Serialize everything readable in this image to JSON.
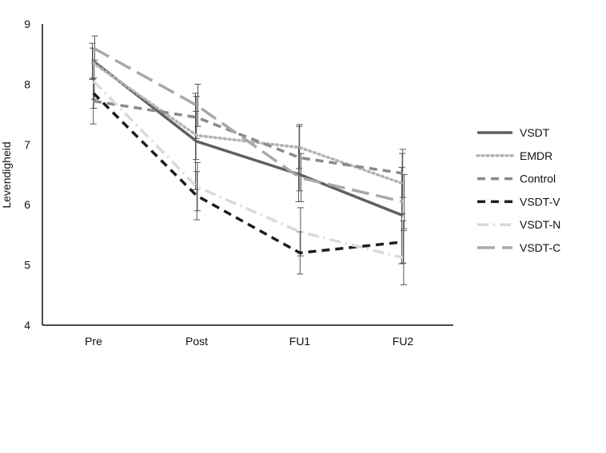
{
  "chart_data": {
    "type": "line",
    "title": "",
    "xlabel": "",
    "ylabel": "Levendigheid",
    "categories": [
      "Pre",
      "Post",
      "FU1",
      "FU2"
    ],
    "ylim": [
      4,
      9
    ],
    "yticks": [
      "4",
      "5",
      "6",
      "7",
      "8",
      "9"
    ],
    "grid": false,
    "legend_position": "right",
    "series": [
      {
        "name": "VSDT",
        "values": [
          8.38,
          7.05,
          6.5,
          5.82
        ],
        "color": "#5f5f5f",
        "style": "solid",
        "error": [
          0.3,
          0.8,
          0.45,
          0.8
        ]
      },
      {
        "name": "EMDR",
        "values": [
          8.35,
          7.15,
          6.95,
          6.35
        ],
        "color": "#b2b2b2",
        "style": "dotted",
        "error": [
          0.25,
          0.4,
          0.35,
          0.5
        ]
      },
      {
        "name": "Control",
        "values": [
          7.72,
          7.45,
          6.78,
          6.52
        ],
        "color": "#8a8a8a",
        "style": "dashed",
        "error": [
          0.38,
          0.35,
          0.55,
          0.4
        ]
      },
      {
        "name": "VSDT-V",
        "values": [
          7.85,
          6.15,
          5.2,
          5.38
        ],
        "color": "#1c1c1c",
        "style": "dashed",
        "error": [
          0.25,
          0.4,
          0.35,
          0.35
        ]
      },
      {
        "name": "VSDT-N",
        "values": [
          8.05,
          6.3,
          5.55,
          5.12
        ],
        "color": "#d9d9d9",
        "style": "dashdot",
        "error": [
          0.3,
          0.4,
          0.4,
          0.45
        ]
      },
      {
        "name": "VSDT-C",
        "values": [
          8.6,
          7.65,
          6.45,
          6.05
        ],
        "color": "#a8a8a8",
        "style": "longdash",
        "error": [
          0.2,
          0.35,
          0.4,
          0.45
        ]
      }
    ]
  }
}
